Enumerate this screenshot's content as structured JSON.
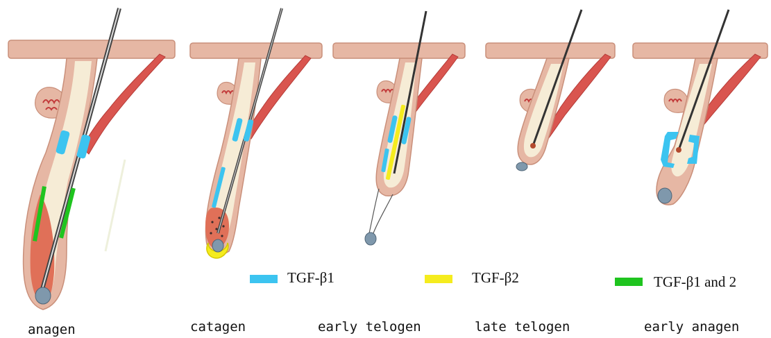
{
  "stages": [
    {
      "label": "anagen"
    },
    {
      "label": "catagen"
    },
    {
      "label": "early telogen"
    },
    {
      "label": "late telogen"
    },
    {
      "label": "early anagen"
    }
  ],
  "legend": [
    {
      "label": "TGF-β1",
      "color": "#3cc4f0"
    },
    {
      "label": "TGF-β2",
      "color": "#f5ec1e"
    },
    {
      "label": "TGF-β1 and 2",
      "color": "#1fc41f"
    }
  ],
  "colors": {
    "skin": "#e6b7a4",
    "skin_stroke": "#c98f7a",
    "sheath": "#f6ecd6",
    "vessel": "#d9554f",
    "papilla": "#7f98ac",
    "bulb": "#e07058"
  }
}
